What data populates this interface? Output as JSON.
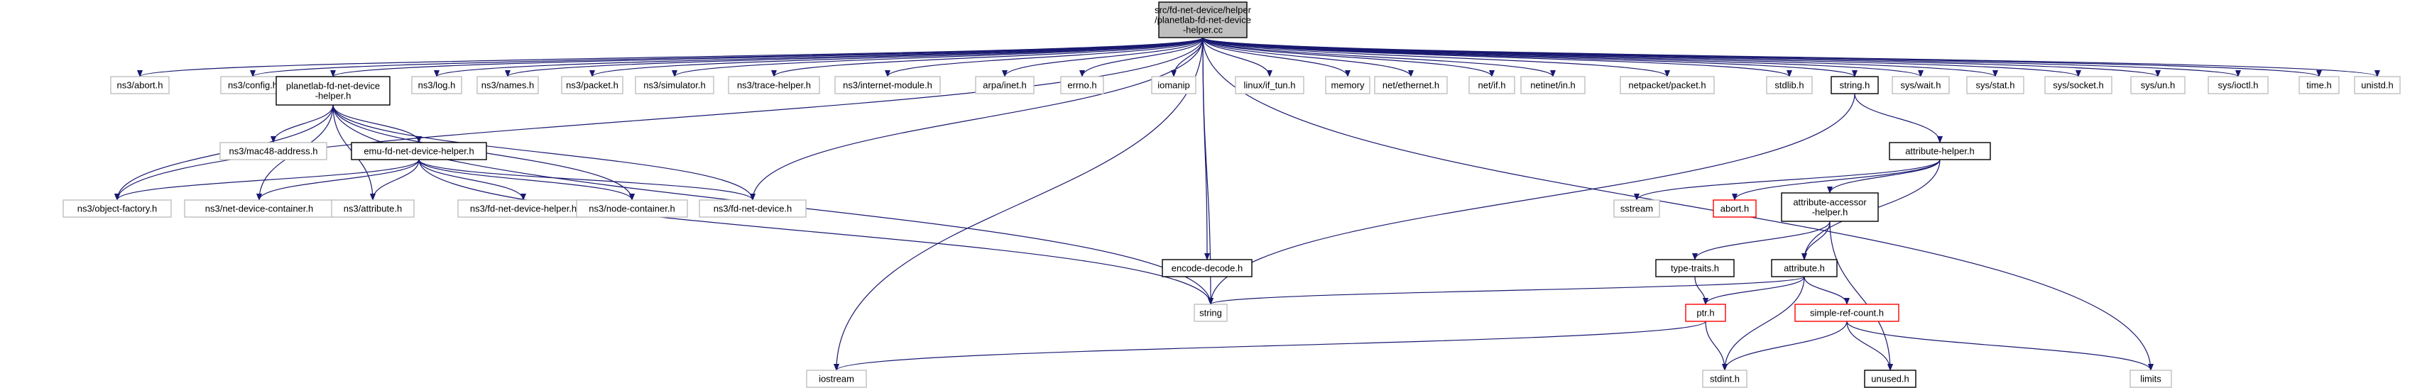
{
  "nodes": [
    {
      "id": "root",
      "lines": [
        "src/fd-net-device/helper",
        "/planetlab-fd-net-device",
        "-helper.cc"
      ],
      "style": "root"
    },
    {
      "id": "abort_ns3",
      "lines": [
        "ns3/abort.h"
      ],
      "style": "plain"
    },
    {
      "id": "config",
      "lines": [
        "ns3/config.h"
      ],
      "style": "plain"
    },
    {
      "id": "planetlab_h",
      "lines": [
        "planetlab-fd-net-device",
        "-helper.h"
      ],
      "style": "doc"
    },
    {
      "id": "log",
      "lines": [
        "ns3/log.h"
      ],
      "style": "plain"
    },
    {
      "id": "names",
      "lines": [
        "ns3/names.h"
      ],
      "style": "plain"
    },
    {
      "id": "packet",
      "lines": [
        "ns3/packet.h"
      ],
      "style": "plain"
    },
    {
      "id": "simulator",
      "lines": [
        "ns3/simulator.h"
      ],
      "style": "plain"
    },
    {
      "id": "trace_helper",
      "lines": [
        "ns3/trace-helper.h"
      ],
      "style": "plain"
    },
    {
      "id": "internet_module",
      "lines": [
        "ns3/internet-module.h"
      ],
      "style": "plain"
    },
    {
      "id": "arpa_inet",
      "lines": [
        "arpa/inet.h"
      ],
      "style": "plain"
    },
    {
      "id": "errno",
      "lines": [
        "errno.h"
      ],
      "style": "plain"
    },
    {
      "id": "iomanip",
      "lines": [
        "iomanip"
      ],
      "style": "plain"
    },
    {
      "id": "if_tun",
      "lines": [
        "linux/if_tun.h"
      ],
      "style": "plain"
    },
    {
      "id": "memory",
      "lines": [
        "memory"
      ],
      "style": "plain"
    },
    {
      "id": "ethernet",
      "lines": [
        "net/ethernet.h"
      ],
      "style": "plain"
    },
    {
      "id": "net_if",
      "lines": [
        "net/if.h"
      ],
      "style": "plain"
    },
    {
      "id": "netinet_in",
      "lines": [
        "netinet/in.h"
      ],
      "style": "plain"
    },
    {
      "id": "netpacket",
      "lines": [
        "netpacket/packet.h"
      ],
      "style": "plain"
    },
    {
      "id": "stdlib",
      "lines": [
        "stdlib.h"
      ],
      "style": "plain"
    },
    {
      "id": "string_h",
      "lines": [
        "string.h"
      ],
      "style": "doc"
    },
    {
      "id": "sys_wait",
      "lines": [
        "sys/wait.h"
      ],
      "style": "plain"
    },
    {
      "id": "sys_stat",
      "lines": [
        "sys/stat.h"
      ],
      "style": "plain"
    },
    {
      "id": "sys_socket",
      "lines": [
        "sys/socket.h"
      ],
      "style": "plain"
    },
    {
      "id": "sys_un",
      "lines": [
        "sys/un.h"
      ],
      "style": "plain"
    },
    {
      "id": "sys_ioctl",
      "lines": [
        "sys/ioctl.h"
      ],
      "style": "plain"
    },
    {
      "id": "time_h",
      "lines": [
        "time.h"
      ],
      "style": "plain"
    },
    {
      "id": "unistd",
      "lines": [
        "unistd.h"
      ],
      "style": "plain"
    },
    {
      "id": "mac48",
      "lines": [
        "ns3/mac48-address.h"
      ],
      "style": "plain"
    },
    {
      "id": "emu_h",
      "lines": [
        "emu-fd-net-device-helper.h"
      ],
      "style": "doc"
    },
    {
      "id": "object_factory",
      "lines": [
        "ns3/object-factory.h"
      ],
      "style": "plain"
    },
    {
      "id": "net_device_container",
      "lines": [
        "ns3/net-device-container.h"
      ],
      "style": "plain"
    },
    {
      "id": "attribute_ns3",
      "lines": [
        "ns3/attribute.h"
      ],
      "style": "plain"
    },
    {
      "id": "fd_net_device_helper",
      "lines": [
        "ns3/fd-net-device-helper.h"
      ],
      "style": "plain"
    },
    {
      "id": "node_container",
      "lines": [
        "ns3/node-container.h"
      ],
      "style": "plain"
    },
    {
      "id": "fd_net_device",
      "lines": [
        "ns3/fd-net-device.h"
      ],
      "style": "plain"
    },
    {
      "id": "encode_decode",
      "lines": [
        "encode-decode.h"
      ],
      "style": "doc"
    },
    {
      "id": "string",
      "lines": [
        "string"
      ],
      "style": "plain"
    },
    {
      "id": "iostream",
      "lines": [
        "iostream"
      ],
      "style": "plain"
    },
    {
      "id": "attribute_helper",
      "lines": [
        "attribute-helper.h"
      ],
      "style": "doc"
    },
    {
      "id": "sstream",
      "lines": [
        "sstream"
      ],
      "style": "plain"
    },
    {
      "id": "abort_h",
      "lines": [
        "abort.h"
      ],
      "style": "red"
    },
    {
      "id": "attr_accessor",
      "lines": [
        "attribute-accessor",
        "-helper.h"
      ],
      "style": "doc"
    },
    {
      "id": "type_traits",
      "lines": [
        "type-traits.h"
      ],
      "style": "doc"
    },
    {
      "id": "attribute_h",
      "lines": [
        "attribute.h"
      ],
      "style": "doc"
    },
    {
      "id": "ptr_h",
      "lines": [
        "ptr.h"
      ],
      "style": "red"
    },
    {
      "id": "simple_ref",
      "lines": [
        "simple-ref-count.h"
      ],
      "style": "red"
    },
    {
      "id": "stdint",
      "lines": [
        "stdint.h"
      ],
      "style": "plain"
    },
    {
      "id": "unused",
      "lines": [
        "unused.h"
      ],
      "style": "doc"
    },
    {
      "id": "limits",
      "lines": [
        "limits"
      ],
      "style": "plain"
    }
  ],
  "edges": [
    [
      "root",
      "abort_ns3"
    ],
    [
      "root",
      "config"
    ],
    [
      "root",
      "planetlab_h"
    ],
    [
      "root",
      "log"
    ],
    [
      "root",
      "names"
    ],
    [
      "root",
      "packet"
    ],
    [
      "root",
      "simulator"
    ],
    [
      "root",
      "trace_helper"
    ],
    [
      "root",
      "internet_module"
    ],
    [
      "root",
      "arpa_inet"
    ],
    [
      "root",
      "errno"
    ],
    [
      "root",
      "iomanip"
    ],
    [
      "root",
      "if_tun"
    ],
    [
      "root",
      "memory"
    ],
    [
      "root",
      "ethernet"
    ],
    [
      "root",
      "net_if"
    ],
    [
      "root",
      "netinet_in"
    ],
    [
      "root",
      "netpacket"
    ],
    [
      "root",
      "stdlib"
    ],
    [
      "root",
      "string_h"
    ],
    [
      "root",
      "sys_wait"
    ],
    [
      "root",
      "sys_stat"
    ],
    [
      "root",
      "sys_socket"
    ],
    [
      "root",
      "sys_un"
    ],
    [
      "root",
      "sys_ioctl"
    ],
    [
      "root",
      "time_h"
    ],
    [
      "root",
      "unistd"
    ],
    [
      "root",
      "object_factory"
    ],
    [
      "root",
      "fd_net_device"
    ],
    [
      "root",
      "encode_decode"
    ],
    [
      "root",
      "string"
    ],
    [
      "root",
      "iostream"
    ],
    [
      "root",
      "limits"
    ],
    [
      "planetlab_h",
      "mac48"
    ],
    [
      "planetlab_h",
      "emu_h"
    ],
    [
      "planetlab_h",
      "object_factory"
    ],
    [
      "planetlab_h",
      "net_device_container"
    ],
    [
      "planetlab_h",
      "attribute_ns3"
    ],
    [
      "planetlab_h",
      "node_container"
    ],
    [
      "planetlab_h",
      "fd_net_device"
    ],
    [
      "planetlab_h",
      "string"
    ],
    [
      "emu_h",
      "object_factory"
    ],
    [
      "emu_h",
      "net_device_container"
    ],
    [
      "emu_h",
      "attribute_ns3"
    ],
    [
      "emu_h",
      "fd_net_device_helper"
    ],
    [
      "emu_h",
      "node_container"
    ],
    [
      "emu_h",
      "fd_net_device"
    ],
    [
      "emu_h",
      "string"
    ],
    [
      "string_h",
      "attribute_helper"
    ],
    [
      "string_h",
      "string"
    ],
    [
      "attribute_helper",
      "sstream"
    ],
    [
      "attribute_helper",
      "abort_h"
    ],
    [
      "attribute_helper",
      "attr_accessor"
    ],
    [
      "attribute_helper",
      "attribute_h"
    ],
    [
      "attr_accessor",
      "type_traits"
    ],
    [
      "attr_accessor",
      "attribute_h"
    ],
    [
      "attr_accessor",
      "unused"
    ],
    [
      "type_traits",
      "ptr_h"
    ],
    [
      "attribute_h",
      "string"
    ],
    [
      "attribute_h",
      "ptr_h"
    ],
    [
      "attribute_h",
      "simple_ref"
    ],
    [
      "attribute_h",
      "stdint"
    ],
    [
      "ptr_h",
      "iostream"
    ],
    [
      "ptr_h",
      "stdint"
    ],
    [
      "simple_ref",
      "stdint"
    ],
    [
      "simple_ref",
      "unused"
    ],
    [
      "simple_ref",
      "limits"
    ]
  ],
  "colors": {
    "edge": "#191970",
    "doc_border": "#000000",
    "plain_border": "#bfbfbf",
    "red_border": "#ff0000",
    "root_fill": "#bfbfbf"
  }
}
